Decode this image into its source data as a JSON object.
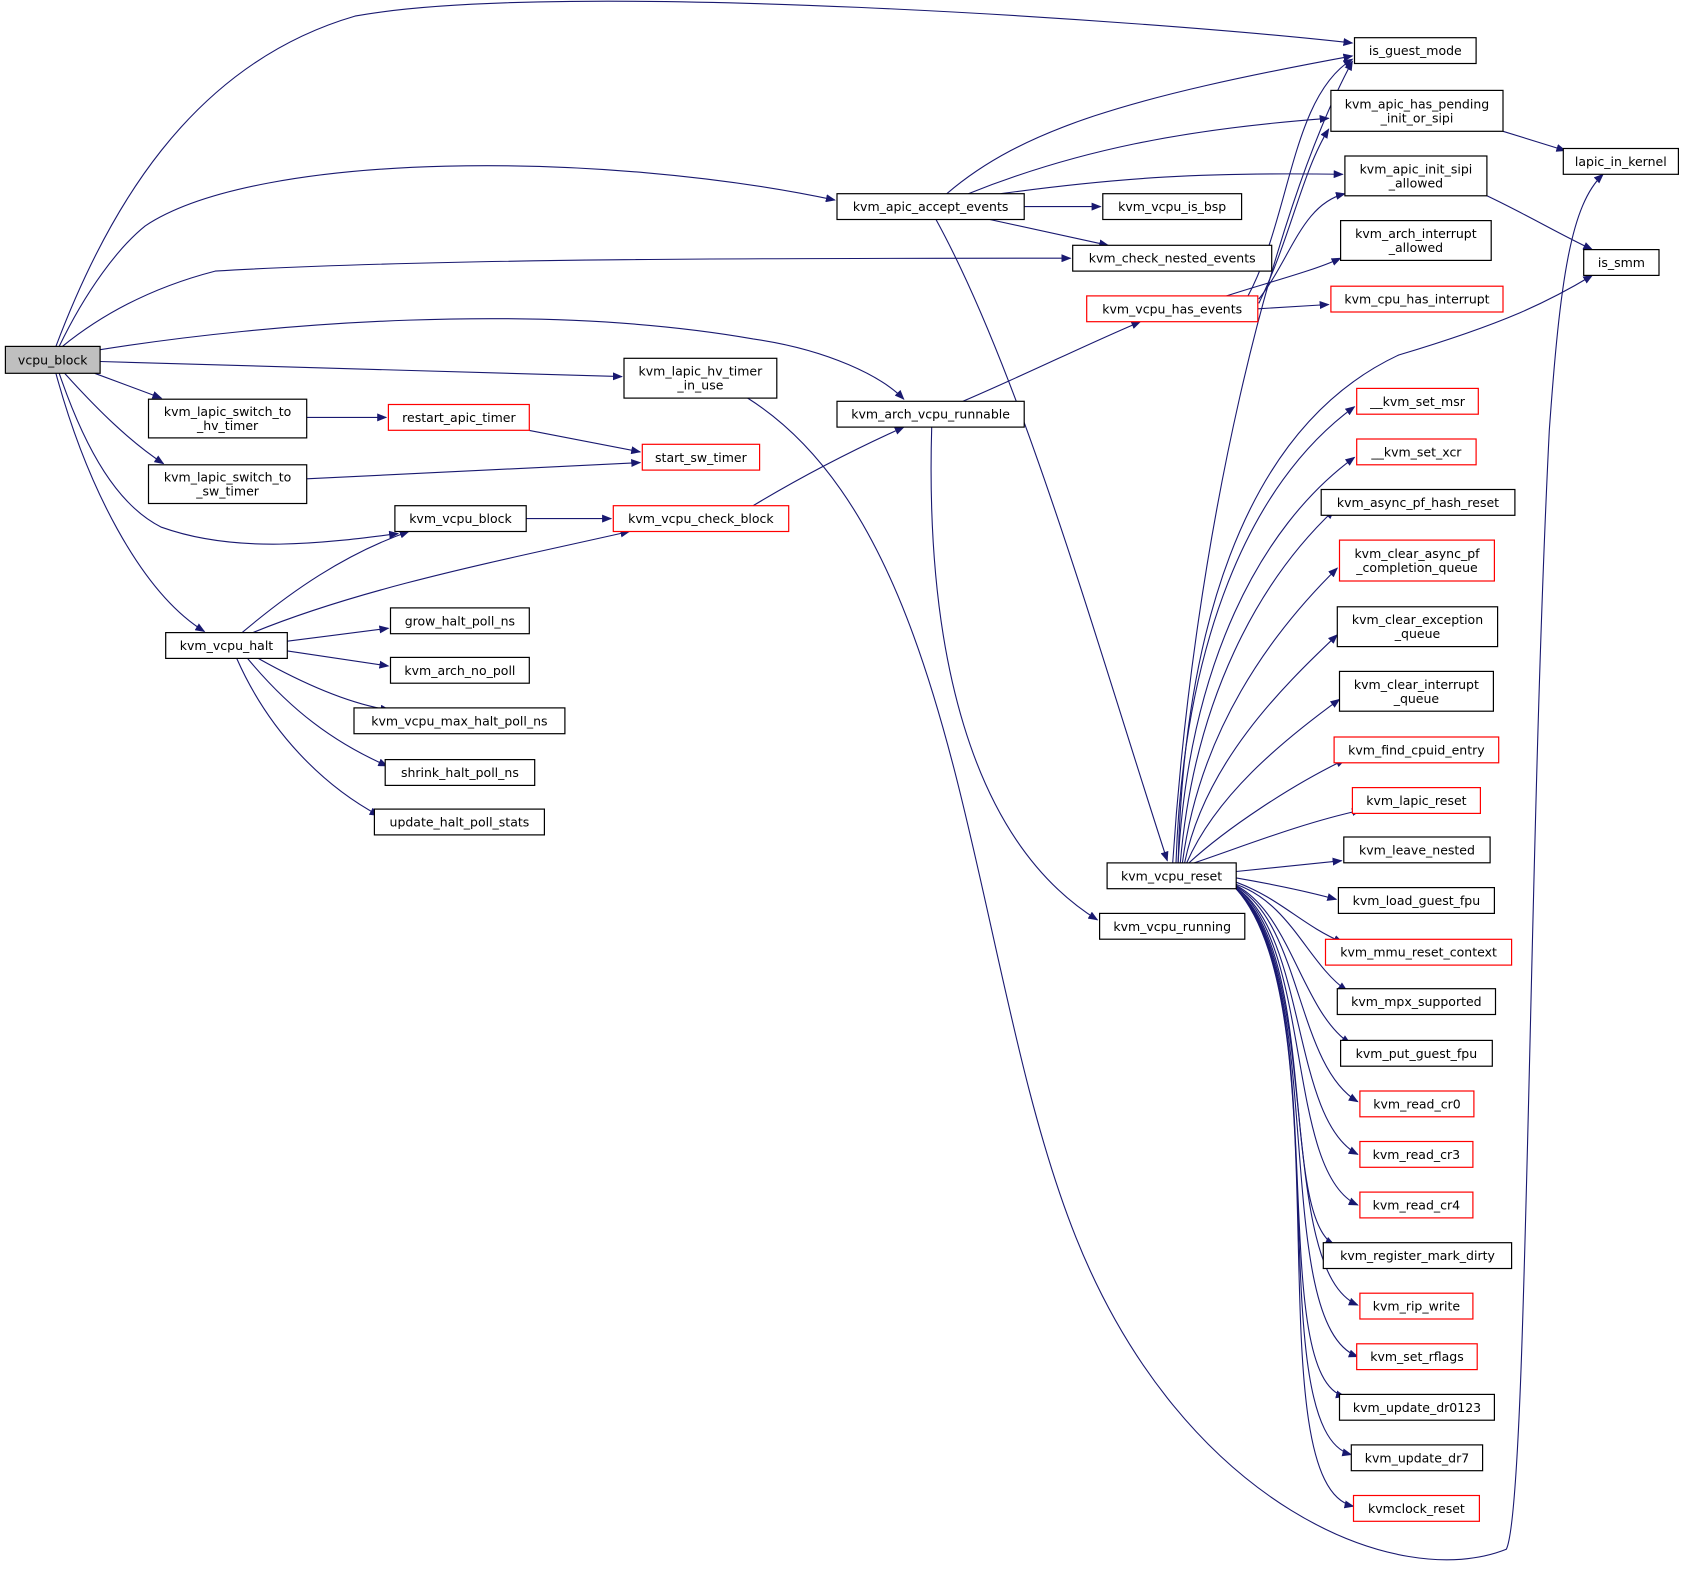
{
  "nodes": [
    {
      "id": "vcpu_block",
      "lines": [
        "vcpu_block"
      ],
      "style": "root"
    },
    {
      "id": "is_guest_mode",
      "lines": [
        "is_guest_mode"
      ],
      "style": "black"
    },
    {
      "id": "kvm_apic_has_pending_init_or_sipi",
      "lines": [
        "kvm_apic_has_pending",
        "_init_or_sipi"
      ],
      "style": "black"
    },
    {
      "id": "lapic_in_kernel",
      "lines": [
        "lapic_in_kernel"
      ],
      "style": "black"
    },
    {
      "id": "kvm_apic_init_sipi_allowed",
      "lines": [
        "kvm_apic_init_sipi",
        "_allowed"
      ],
      "style": "black"
    },
    {
      "id": "kvm_apic_accept_events",
      "lines": [
        "kvm_apic_accept_events"
      ],
      "style": "black"
    },
    {
      "id": "kvm_vcpu_is_bsp",
      "lines": [
        "kvm_vcpu_is_bsp"
      ],
      "style": "black"
    },
    {
      "id": "kvm_arch_interrupt_allowed",
      "lines": [
        "kvm_arch_interrupt",
        "_allowed"
      ],
      "style": "black"
    },
    {
      "id": "kvm_check_nested_events",
      "lines": [
        "kvm_check_nested_events"
      ],
      "style": "black"
    },
    {
      "id": "is_smm",
      "lines": [
        "is_smm"
      ],
      "style": "black"
    },
    {
      "id": "kvm_cpu_has_interrupt",
      "lines": [
        "kvm_cpu_has_interrupt"
      ],
      "style": "red"
    },
    {
      "id": "kvm_vcpu_has_events",
      "lines": [
        "kvm_vcpu_has_events"
      ],
      "style": "red"
    },
    {
      "id": "kvm_lapic_hv_timer_in_use",
      "lines": [
        "kvm_lapic_hv_timer",
        "_in_use"
      ],
      "style": "black"
    },
    {
      "id": "kvm_lapic_switch_to_hv_timer",
      "lines": [
        "kvm_lapic_switch_to",
        "_hv_timer"
      ],
      "style": "black"
    },
    {
      "id": "restart_apic_timer",
      "lines": [
        "restart_apic_timer"
      ],
      "style": "red"
    },
    {
      "id": "kvm_arch_vcpu_runnable",
      "lines": [
        "kvm_arch_vcpu_runnable"
      ],
      "style": "black"
    },
    {
      "id": "__kvm_set_msr",
      "lines": [
        "__kvm_set_msr"
      ],
      "style": "red"
    },
    {
      "id": "start_sw_timer",
      "lines": [
        "start_sw_timer"
      ],
      "style": "red"
    },
    {
      "id": "__kvm_set_xcr",
      "lines": [
        "__kvm_set_xcr"
      ],
      "style": "red"
    },
    {
      "id": "kvm_lapic_switch_to_sw_timer",
      "lines": [
        "kvm_lapic_switch_to",
        "_sw_timer"
      ],
      "style": "black"
    },
    {
      "id": "kvm_async_pf_hash_reset",
      "lines": [
        "kvm_async_pf_hash_reset"
      ],
      "style": "black"
    },
    {
      "id": "kvm_vcpu_block",
      "lines": [
        "kvm_vcpu_block"
      ],
      "style": "black"
    },
    {
      "id": "kvm_vcpu_check_block",
      "lines": [
        "kvm_vcpu_check_block"
      ],
      "style": "red"
    },
    {
      "id": "kvm_clear_async_pf_completion_queue",
      "lines": [
        "kvm_clear_async_pf",
        "_completion_queue"
      ],
      "style": "red"
    },
    {
      "id": "kvm_clear_exception_queue",
      "lines": [
        "kvm_clear_exception",
        "_queue"
      ],
      "style": "black"
    },
    {
      "id": "grow_halt_poll_ns",
      "lines": [
        "grow_halt_poll_ns"
      ],
      "style": "black"
    },
    {
      "id": "kvm_vcpu_halt",
      "lines": [
        "kvm_vcpu_halt"
      ],
      "style": "black"
    },
    {
      "id": "kvm_arch_no_poll",
      "lines": [
        "kvm_arch_no_poll"
      ],
      "style": "black"
    },
    {
      "id": "kvm_clear_interrupt_queue",
      "lines": [
        "kvm_clear_interrupt",
        "_queue"
      ],
      "style": "black"
    },
    {
      "id": "kvm_vcpu_max_halt_poll_ns",
      "lines": [
        "kvm_vcpu_max_halt_poll_ns"
      ],
      "style": "black"
    },
    {
      "id": "kvm_find_cpuid_entry",
      "lines": [
        "kvm_find_cpuid_entry"
      ],
      "style": "red"
    },
    {
      "id": "shrink_halt_poll_ns",
      "lines": [
        "shrink_halt_poll_ns"
      ],
      "style": "black"
    },
    {
      "id": "kvm_lapic_reset",
      "lines": [
        "kvm_lapic_reset"
      ],
      "style": "red"
    },
    {
      "id": "update_halt_poll_stats",
      "lines": [
        "update_halt_poll_stats"
      ],
      "style": "black"
    },
    {
      "id": "kvm_leave_nested",
      "lines": [
        "kvm_leave_nested"
      ],
      "style": "black"
    },
    {
      "id": "kvm_vcpu_reset",
      "lines": [
        "kvm_vcpu_reset"
      ],
      "style": "black"
    },
    {
      "id": "kvm_load_guest_fpu",
      "lines": [
        "kvm_load_guest_fpu"
      ],
      "style": "black"
    },
    {
      "id": "kvm_vcpu_running",
      "lines": [
        "kvm_vcpu_running"
      ],
      "style": "black"
    },
    {
      "id": "kvm_mmu_reset_context",
      "lines": [
        "kvm_mmu_reset_context"
      ],
      "style": "red"
    },
    {
      "id": "kvm_mpx_supported",
      "lines": [
        "kvm_mpx_supported"
      ],
      "style": "black"
    },
    {
      "id": "kvm_put_guest_fpu",
      "lines": [
        "kvm_put_guest_fpu"
      ],
      "style": "black"
    },
    {
      "id": "kvm_read_cr0",
      "lines": [
        "kvm_read_cr0"
      ],
      "style": "red"
    },
    {
      "id": "kvm_read_cr3",
      "lines": [
        "kvm_read_cr3"
      ],
      "style": "red"
    },
    {
      "id": "kvm_read_cr4",
      "lines": [
        "kvm_read_cr4"
      ],
      "style": "red"
    },
    {
      "id": "kvm_register_mark_dirty",
      "lines": [
        "kvm_register_mark_dirty"
      ],
      "style": "black"
    },
    {
      "id": "kvm_rip_write",
      "lines": [
        "kvm_rip_write"
      ],
      "style": "red"
    },
    {
      "id": "kvm_set_rflags",
      "lines": [
        "kvm_set_rflags"
      ],
      "style": "red"
    },
    {
      "id": "kvm_update_dr0123",
      "lines": [
        "kvm_update_dr0123"
      ],
      "style": "black"
    },
    {
      "id": "kvm_update_dr7",
      "lines": [
        "kvm_update_dr7"
      ],
      "style": "black"
    },
    {
      "id": "kvmclock_reset",
      "lines": [
        "kvmclock_reset"
      ],
      "style": "red"
    }
  ],
  "colors": {
    "edge": "#191970",
    "root_fill": "#bfbfbf",
    "red_border": "#ff0000",
    "black_border": "#000000"
  }
}
